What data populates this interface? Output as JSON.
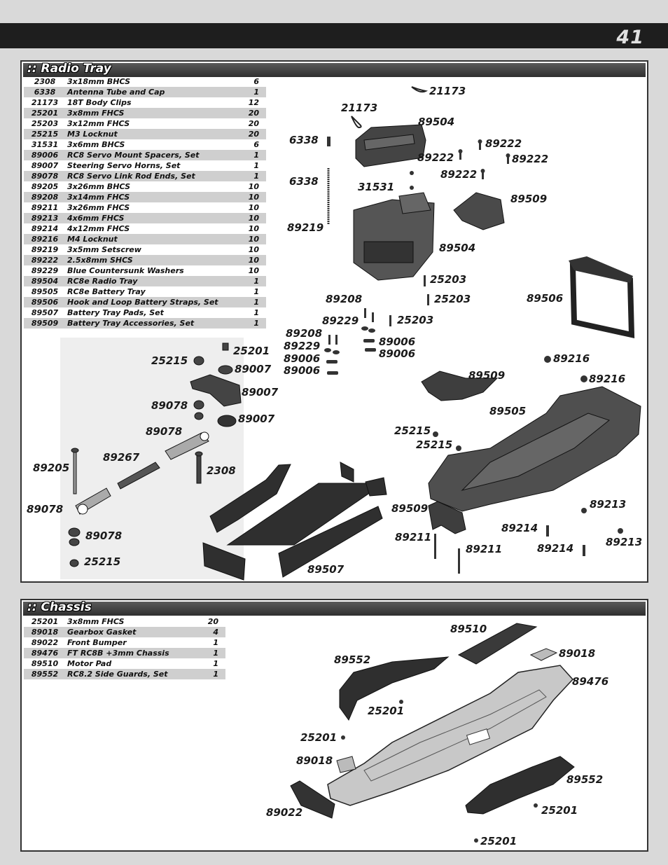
{
  "page_number": "41",
  "radio_tray": {
    "title": ":: Radio Tray",
    "parts": [
      {
        "pn": "2308",
        "desc": "3x18mm BHCS",
        "qty": "6"
      },
      {
        "pn": "6338",
        "desc": "Antenna Tube and Cap",
        "qty": "1"
      },
      {
        "pn": "21173",
        "desc": "18T Body Clips",
        "qty": "12"
      },
      {
        "pn": "25201",
        "desc": "3x8mm FHCS",
        "qty": "20"
      },
      {
        "pn": "25203",
        "desc": "3x12mm FHCS",
        "qty": "20"
      },
      {
        "pn": "25215",
        "desc": "M3 Locknut",
        "qty": "20"
      },
      {
        "pn": "31531",
        "desc": "3x6mm BHCS",
        "qty": "6"
      },
      {
        "pn": "89006",
        "desc": "RC8 Servo Mount Spacers, Set",
        "qty": "1"
      },
      {
        "pn": "89007",
        "desc": "Steering Servo Horns, Set",
        "qty": "1"
      },
      {
        "pn": "89078",
        "desc": "RC8 Servo Link Rod Ends, Set",
        "qty": "1"
      },
      {
        "pn": "89205",
        "desc": "3x26mm BHCS",
        "qty": "10"
      },
      {
        "pn": "89208",
        "desc": "3x14mm FHCS",
        "qty": "10"
      },
      {
        "pn": "89211",
        "desc": "3x26mm FHCS",
        "qty": "10"
      },
      {
        "pn": "89213",
        "desc": "4x6mm FHCS",
        "qty": "10"
      },
      {
        "pn": "89214",
        "desc": "4x12mm FHCS",
        "qty": "10"
      },
      {
        "pn": "89216",
        "desc": "M4 Locknut",
        "qty": "10"
      },
      {
        "pn": "89219",
        "desc": "3x5mm Setscrew",
        "qty": "10"
      },
      {
        "pn": "89222",
        "desc": "2.5x8mm SHCS",
        "qty": "10"
      },
      {
        "pn": "89229",
        "desc": "Blue Countersunk Washers",
        "qty": "10"
      },
      {
        "pn": "89504",
        "desc": "RC8e Radio Tray",
        "qty": "1"
      },
      {
        "pn": "89505",
        "desc": "RC8e Battery Tray",
        "qty": "1"
      },
      {
        "pn": "89506",
        "desc": "Hook and Loop Battery Straps, Set",
        "qty": "1"
      },
      {
        "pn": "89507",
        "desc": "Battery Tray Pads, Set",
        "qty": "1"
      },
      {
        "pn": "89509",
        "desc": "Battery Tray Accessories, Set",
        "qty": "1"
      }
    ],
    "callouts": [
      "21173",
      "21173",
      "89504",
      "6338",
      "6338",
      "89222",
      "89222",
      "89222",
      "89222",
      "31531",
      "89509",
      "89219",
      "89504",
      "25203",
      "25203",
      "25203",
      "89208",
      "89229",
      "89208",
      "89229",
      "89006",
      "89006",
      "89006",
      "89006",
      "89506",
      "89216",
      "89216",
      "25201",
      "25215",
      "89007",
      "89007",
      "89007",
      "89078",
      "89078",
      "89509",
      "89505",
      "25215",
      "25215",
      "89205",
      "89267",
      "2308",
      "89078",
      "89078",
      "25215",
      "89509",
      "89211",
      "89211",
      "89214",
      "89214",
      "89213",
      "89213",
      "89507"
    ]
  },
  "chassis": {
    "title": ":: Chassis",
    "parts": [
      {
        "pn": "25201",
        "desc": "3x8mm FHCS",
        "qty": "20"
      },
      {
        "pn": "89018",
        "desc": "Gearbox Gasket",
        "qty": "4"
      },
      {
        "pn": "89022",
        "desc": "Front Bumper",
        "qty": "1"
      },
      {
        "pn": "89476",
        "desc": "FT RC8B +3mm Chassis",
        "qty": "1"
      },
      {
        "pn": "89510",
        "desc": "Motor Pad",
        "qty": "1"
      },
      {
        "pn": "89552",
        "desc": "RC8.2 Side Guards, Set",
        "qty": "1"
      }
    ],
    "callouts": [
      "89510",
      "89018",
      "89552",
      "89476",
      "25201",
      "25201",
      "89018",
      "89552",
      "89022",
      "25201",
      "25201"
    ]
  }
}
